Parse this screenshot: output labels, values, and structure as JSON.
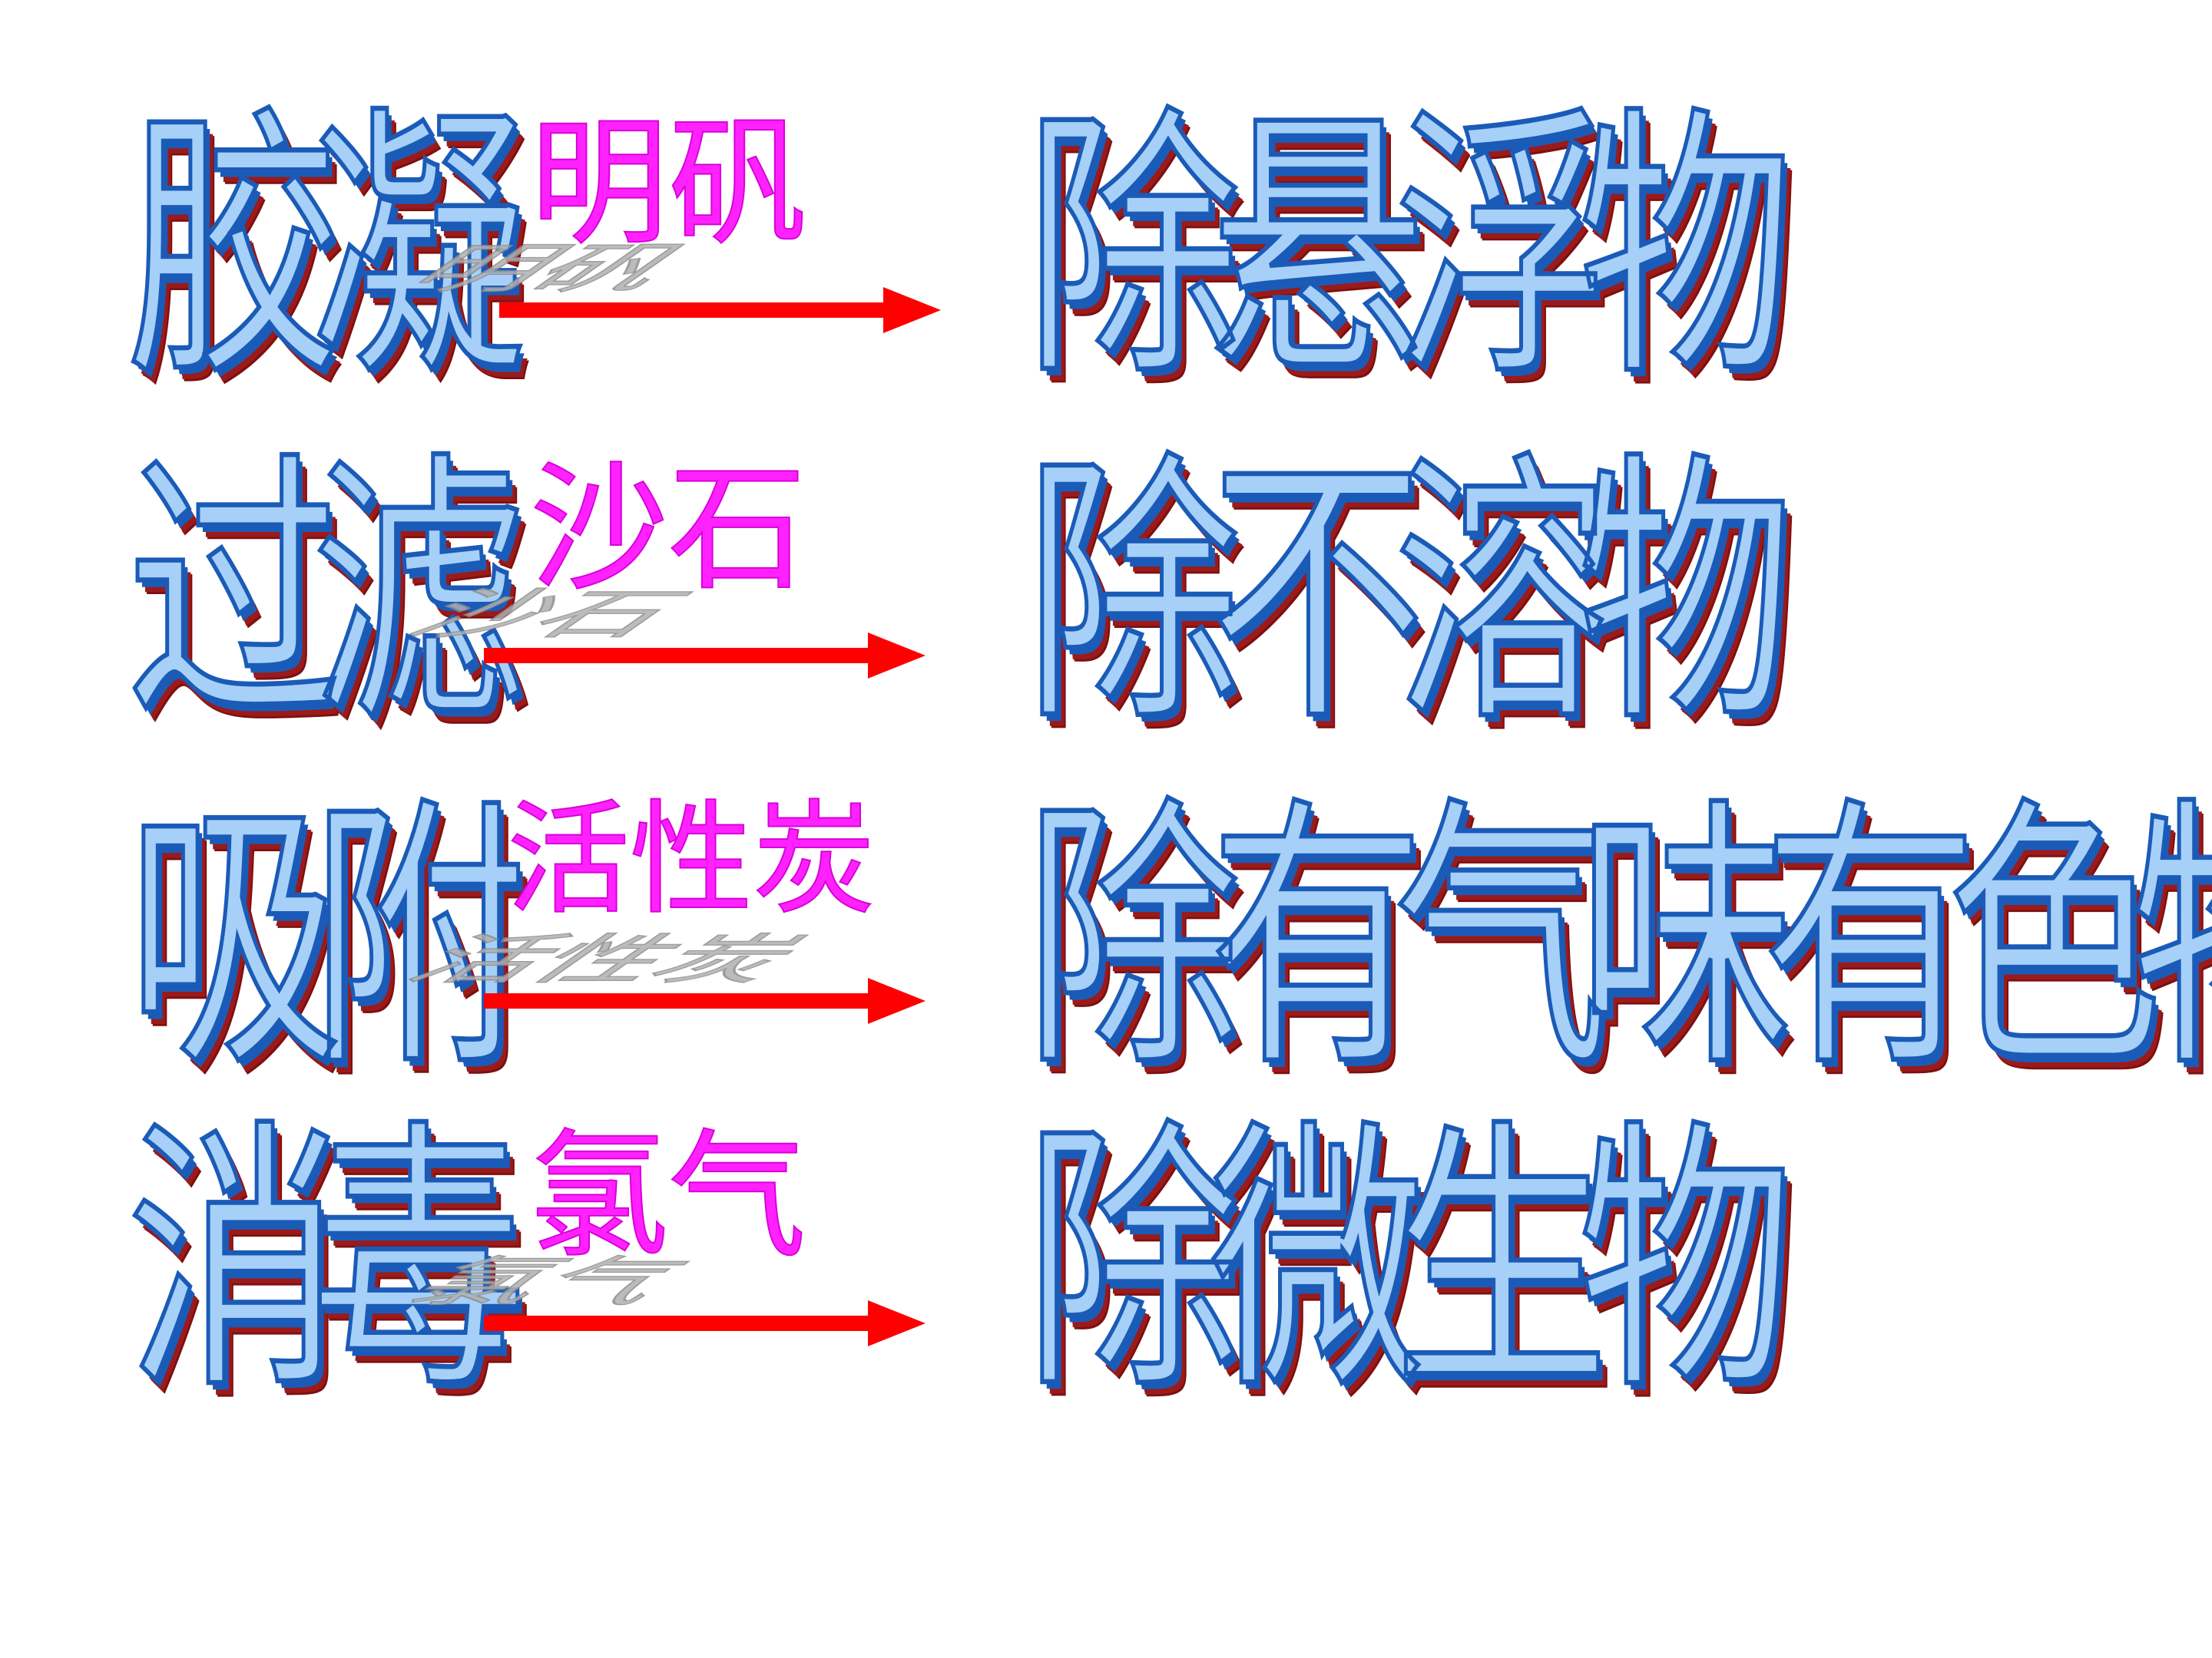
{
  "rows": [
    {
      "process": "胶凝",
      "agent": "明矾",
      "result": "除悬浮物"
    },
    {
      "process": "过滤",
      "agent": "沙石",
      "result": "除不溶物"
    },
    {
      "process": "吸附",
      "agent": "活性炭",
      "result": "除有气味有色物"
    },
    {
      "process": "消毒",
      "agent": "氯气",
      "result": "除微生物"
    }
  ],
  "colors": {
    "process_fill": "#a6d0f7",
    "process_outline": "#1b5bb8",
    "process_shadow": "#9b1a1a",
    "agent": "#ff22ff",
    "arrow": "#ff0000",
    "agent_shadow": "#b0b0b0"
  }
}
